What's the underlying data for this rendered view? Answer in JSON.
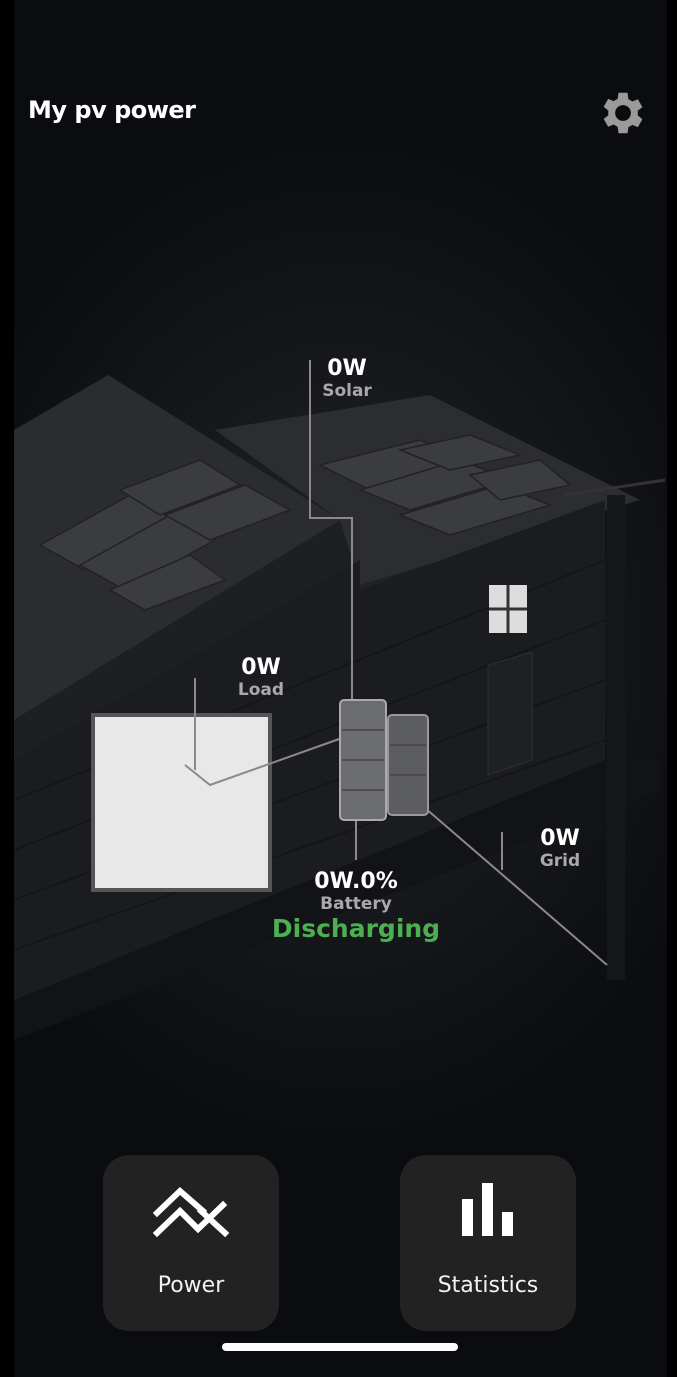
{
  "header": {
    "title": "My pv power",
    "settings_icon": "gear-icon"
  },
  "flows": {
    "solar": {
      "value": "0W",
      "label": "Solar"
    },
    "load": {
      "value": "0W",
      "label": "Load"
    },
    "battery": {
      "value": "0W.0%",
      "label": "Battery",
      "status": "Discharging",
      "status_color": "#4caf50"
    },
    "grid": {
      "value": "0W",
      "label": "Grid"
    }
  },
  "nav": {
    "items": [
      {
        "label": "Power",
        "icon": "power-chart-icon"
      },
      {
        "label": "Statistics",
        "icon": "bar-chart-icon"
      }
    ]
  }
}
